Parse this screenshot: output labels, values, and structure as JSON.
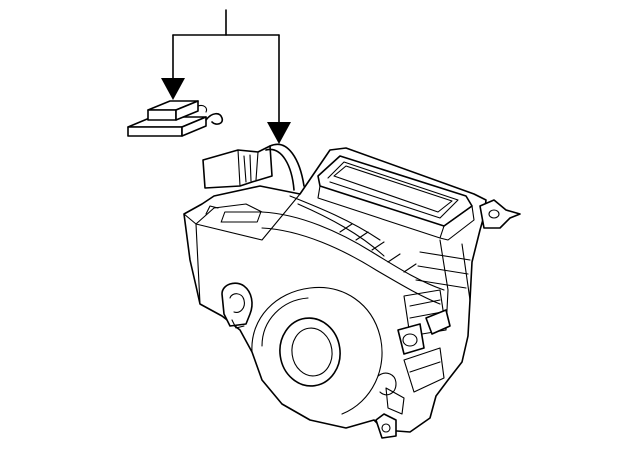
{
  "diagram": {
    "kind": "exploded-parts-diagram",
    "colors": {
      "stroke": "#000000",
      "background": "#ffffff"
    },
    "parts": [
      {
        "icon": "resistor-module-icon"
      },
      {
        "icon": "blower-housing-icon"
      }
    ],
    "callouts": [
      {
        "icon": "arrow-down-icon",
        "target": "resistor-module"
      },
      {
        "icon": "arrow-down-icon",
        "target": "blower-housing"
      }
    ]
  }
}
